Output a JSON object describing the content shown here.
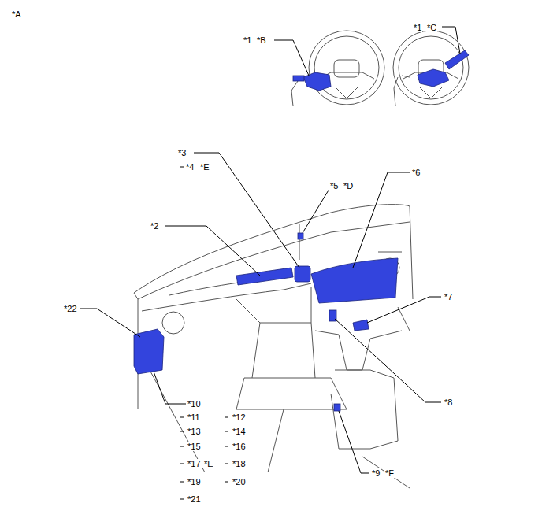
{
  "diagram": {
    "labels": [
      "*A",
      "*1",
      "*B",
      "*1",
      "*C",
      "*3",
      "*4",
      "*E",
      "*5",
      "*D",
      "*6",
      "*2",
      "*7",
      "*22",
      "*8",
      "*10",
      "*11",
      "*12",
      "*13",
      "*14",
      "*15",
      "*16",
      "*17",
      "*E",
      "*18",
      "*19",
      "*20",
      "*21",
      "*9",
      "*F"
    ]
  }
}
